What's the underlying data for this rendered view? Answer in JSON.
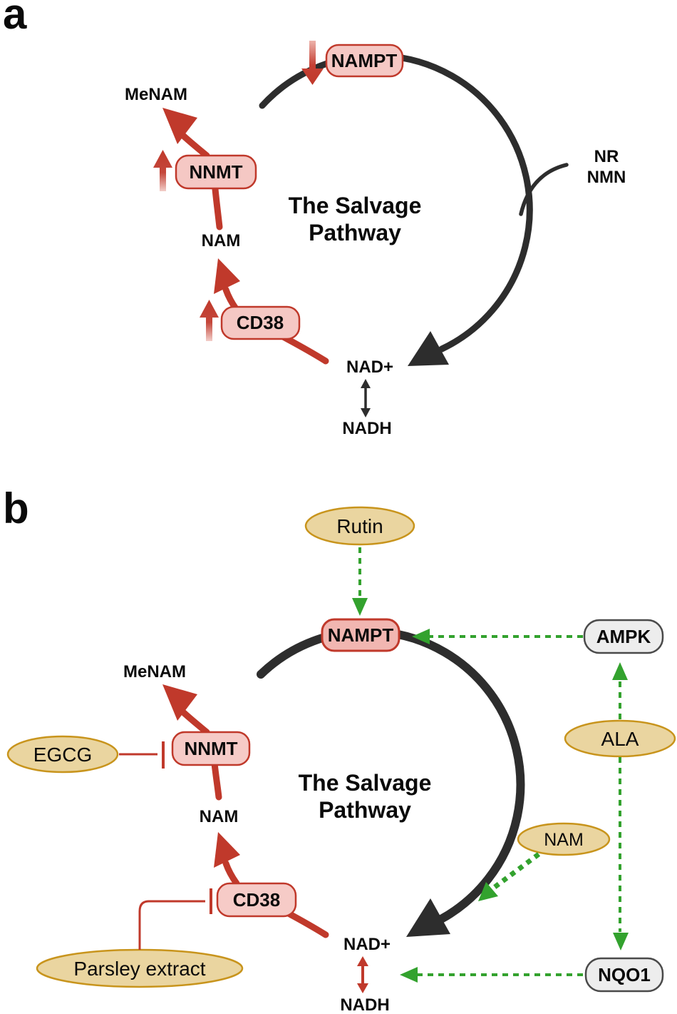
{
  "figure": {
    "colors": {
      "red": "#C0392B",
      "pink_fill": "#F5C8C4",
      "pink_fill_dark": "#F1B6B1",
      "tan_fill": "#EAD5A0",
      "tan_border": "#C8941C",
      "gray_fill": "#EDEDED",
      "gray_border": "#4A4A4A",
      "green": "#33A22E",
      "line_black": "#2D2D2D"
    },
    "panel_a": {
      "label": "a",
      "title_line1": "The Salvage",
      "title_line2": "Pathway",
      "nampt": "NAMPT",
      "nnmt": "NNMT",
      "cd38": "CD38",
      "menam": "MeNAM",
      "nam": "NAM",
      "nad": "NAD+",
      "nadh": "NADH",
      "nr": "NR",
      "nmn": "NMN"
    },
    "panel_b": {
      "label": "b",
      "title_line1": "The Salvage",
      "title_line2": "Pathway",
      "rutin": "Rutin",
      "ampk": "AMPK",
      "ala": "ALA",
      "nqo1": "NQO1",
      "nam_supplement": "NAM",
      "egcg": "EGCG",
      "parsley": "Parsley extract",
      "nampt": "NAMPT",
      "nnmt": "NNMT",
      "cd38": "CD38",
      "menam": "MeNAM",
      "nam": "NAM",
      "nad": "NAD+",
      "nadh": "NADH"
    }
  }
}
